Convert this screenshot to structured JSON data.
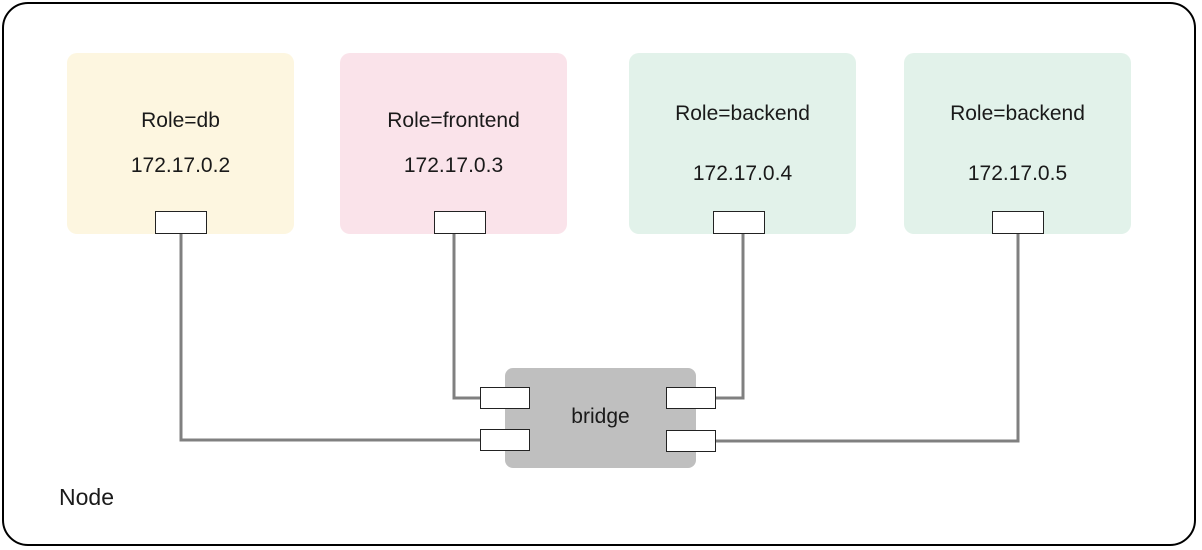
{
  "node": {
    "label": "Node"
  },
  "bridge": {
    "label": "bridge"
  },
  "pods": [
    {
      "role": "Role=db",
      "ip": "172.17.0.2",
      "color": "#fdf6e0"
    },
    {
      "role": "Role=frontend",
      "ip": "172.17.0.3",
      "color": "#fae3ea"
    },
    {
      "role": "Role=backend",
      "ip": "172.17.0.4",
      "color": "#e2f2ea"
    },
    {
      "role": "Role=backend",
      "ip": "172.17.0.5",
      "color": "#e2f2ea"
    }
  ],
  "wire_color": "#808080"
}
